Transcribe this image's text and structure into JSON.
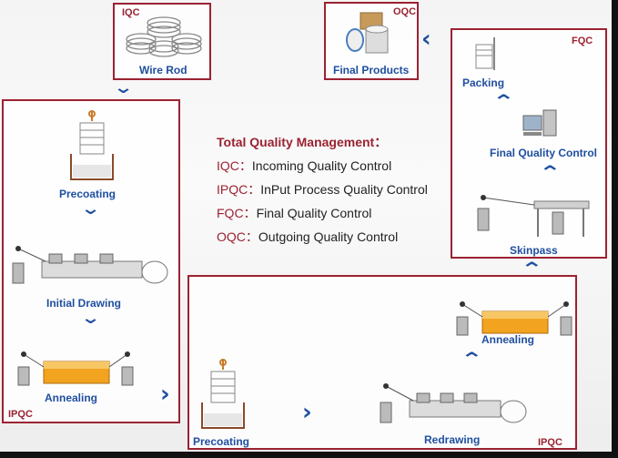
{
  "legend": {
    "title": "Total Quality Management：",
    "rows": [
      {
        "abbr": "IQC：",
        "text": "Incoming Quality Control"
      },
      {
        "abbr": "IPQC：",
        "text": "InPut Process Quality Control"
      },
      {
        "abbr": "FQC：",
        "text": "Final Quality Control"
      },
      {
        "abbr": "OQC：",
        "text": "Outgoing Quality Control"
      }
    ]
  },
  "boxes": {
    "wire_rod": {
      "tag": "IQC",
      "label": "Wire Rod"
    },
    "final_products": {
      "tag": "OQC",
      "label": "Final Products"
    },
    "fqc": {
      "tag": "FQC",
      "steps": [
        "Packing",
        "Final Quality Control",
        "Skinpass"
      ]
    },
    "ipqc_left": {
      "tag": "IPQC",
      "steps": [
        "Precoating",
        "Initial Drawing",
        "Annealing"
      ]
    },
    "ipqc_bottom": {
      "tag": "IPQC",
      "steps": [
        "Precoating",
        "Redrawing",
        "Annealing"
      ]
    }
  },
  "colors": {
    "frame": "#9b2232",
    "label": "#1f4fa0",
    "anneal": "#f2a31f"
  }
}
